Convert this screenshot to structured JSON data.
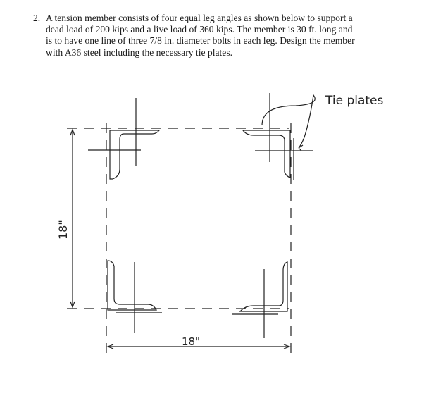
{
  "problem": {
    "number": "2.",
    "lines": [
      "A tension member consists of four equal leg angles as shown below to support a",
      "dead load of 200 kips and a live load of 360 kips.  The member is 30 ft. long and",
      "is to have one line of three 7/8 in. diameter bolts in each leg.  Design the member",
      "with A36 steel including the necessary tie plates."
    ]
  },
  "diagram": {
    "annotation_label": "Tie plates",
    "vertical_dimension": "18\"",
    "horizontal_dimension": "18\""
  }
}
